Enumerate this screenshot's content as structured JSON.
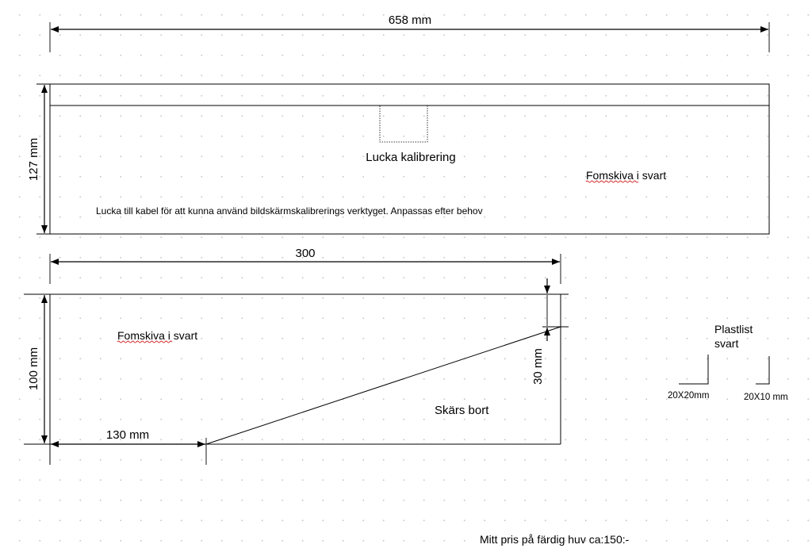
{
  "top_part": {
    "width_dim": "658 mm",
    "height_dim": "127 mm",
    "hatch_label": "Lucka kalibrering",
    "material_label": "Fomskiva i svart",
    "note": "Lucka till kabel för att kunna använd bildskärmskalibrerings verktyget. Anpassas efter behov"
  },
  "bottom_part": {
    "width_dim": "300",
    "height_dim": "100 mm",
    "offset_dim": "30 mm",
    "base_dim": "130 mm",
    "material_label": "Fomskiva i svart",
    "cut_label": "Skärs bort"
  },
  "strips": {
    "title_line1": "Plastlist",
    "title_line2": "svart",
    "profile_a": "20X20mm",
    "profile_b": "20X10 mm"
  },
  "price_note": "Mitt pris på färdig huv ca:150:-"
}
